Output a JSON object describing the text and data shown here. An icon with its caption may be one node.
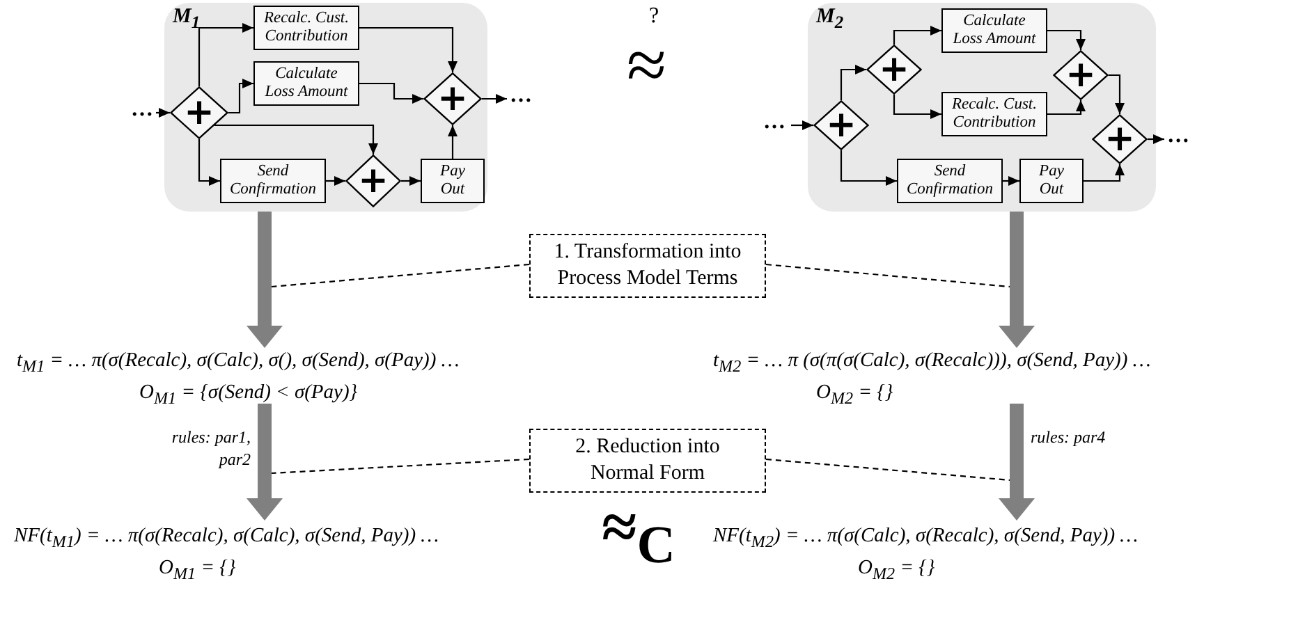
{
  "diagram": {
    "nodes": [
      {
        "text": [
          "M$_{1}$"
        ]
      },
      {
        "text": [
          "…"
        ]
      },
      {
        "text": [
          "Recalc. Cust. Contribution"
        ],
        "in": 0
      },
      {
        "text": [
          "Calculate Loss Amount"
        ],
        "in": 0
      },
      {
        "text": [
          "+"
        ],
        "in": 0
      },
      {
        "text": [
          "+"
        ],
        "in": 0
      },
      {
        "text": [
          "Send Confirmation"
        ],
        "in": 0
      },
      {
        "text": [
          "+"
        ],
        "in": 0
      },
      {
        "text": [
          "Pay Out"
        ],
        "in": 0
      },
      {
        "text": [
          "…"
        ]
      },
      {
        "text": [
          "M$_{2}$"
        ]
      },
      {
        "text": [
          "…"
        ]
      },
      {
        "text": [
          "Calculate Loss Amount"
        ],
        "in": 10
      },
      {
        "text": [
          "+"
        ],
        "in": 10
      },
      {
        "text": [
          "+"
        ],
        "in": 10
      },
      {
        "text": [
          "+"
        ],
        "in": 10
      },
      {
        "text": [
          "Recalc. Cust. Contribution"
        ],
        "in": 10
      },
      {
        "text": [
          "+"
        ],
        "in": 10
      },
      {
        "text": [
          "Send Confirmation"
        ],
        "in": 10
      },
      {
        "text": [
          "Pay Out"
        ],
        "in": 10
      },
      {
        "text": [
          "…"
        ]
      },
      {
        "text": [
          "1. Transformation into Process Model Terms"
        ]
      },
      {
        "text": [
          "t$_{M1}$ = … π(σ(Recalc), σ(Calc), σ(), σ(Send), σ(Pay)) …",
          "O$_{M1}$ = {σ(Send) < σ(Pay)}"
        ]
      },
      {
        "text": [
          "t$_{M2}$ = … π (σ(π(σ(Calc), σ(Recalc))), σ(Send, Pay)) …",
          "O$_{M2}$ = {}"
        ]
      },
      {
        "text": [
          "2. Reduction into Normal Form"
        ]
      },
      {
        "text": [
          "NF(t$_{M1}$) = … π(σ(Recalc), σ(Calc), σ(Send, Pay)) …",
          "O$_{M1}$ = {}"
        ]
      },
      {
        "text": [
          "NF(t$_{M2}$) = … π(σ(Calc), σ(Recalc), σ(Send, Pay)) …",
          "O$_{M2}$ = {}"
        ]
      }
    ],
    "edges": [
      {
        "from": 1,
        "to": 4,
        "arrow": "to"
      },
      {
        "from": 4,
        "to": 2,
        "arrow": "to"
      },
      {
        "from": 4,
        "to": 3,
        "arrow": "to"
      },
      {
        "from": 4,
        "to": 7,
        "arrow": "to"
      },
      {
        "from": 4,
        "to": 6,
        "arrow": "to"
      },
      {
        "from": 2,
        "to": 5,
        "arrow": "to"
      },
      {
        "from": 3,
        "to": 5,
        "arrow": "to"
      },
      {
        "from": 6,
        "to": 7,
        "arrow": "to"
      },
      {
        "from": 7,
        "to": 8,
        "arrow": "to"
      },
      {
        "from": 8,
        "to": 5,
        "arrow": "to"
      },
      {
        "from": 5,
        "to": 9,
        "arrow": "to"
      },
      {
        "from": 11,
        "to": 15,
        "arrow": "to"
      },
      {
        "from": 15,
        "to": 13,
        "arrow": "to"
      },
      {
        "from": 15,
        "to": 18,
        "arrow": "to"
      },
      {
        "from": 13,
        "to": 12,
        "arrow": "to"
      },
      {
        "from": 13,
        "to": 16,
        "arrow": "to"
      },
      {
        "from": 12,
        "to": 14,
        "arrow": "to"
      },
      {
        "from": 16,
        "to": 14,
        "arrow": "to"
      },
      {
        "from": 14,
        "to": 17,
        "arrow": "to"
      },
      {
        "from": 18,
        "to": 19,
        "arrow": "to"
      },
      {
        "from": 19,
        "to": 17,
        "arrow": "to"
      },
      {
        "from": 17,
        "to": 20,
        "arrow": "to"
      },
      {
        "from": 0,
        "to": 22,
        "arrow": "to",
        "style": "thick",
        "color": "#808080"
      },
      {
        "from": 10,
        "to": 23,
        "arrow": "to",
        "style": "thick",
        "color": "#808080"
      },
      {
        "from": 22,
        "to": 25,
        "arrow": "to",
        "style": "thick",
        "color": "#808080",
        "label": "rules: par1, par2"
      },
      {
        "from": 23,
        "to": 26,
        "arrow": "to",
        "style": "thick",
        "color": "#808080",
        "label": "rules: par4"
      },
      {
        "from": 21,
        "to": null,
        "arrow": "none",
        "style": "dashed"
      },
      {
        "from": 21,
        "to": null,
        "arrow": "none",
        "style": "dashed"
      },
      {
        "from": 24,
        "to": null,
        "arrow": "none",
        "style": "dashed"
      },
      {
        "from": 24,
        "to": null,
        "arrow": "none",
        "style": "dashed"
      }
    ],
    "labels": [
      "?",
      "≈",
      "≈$_{C}$"
    ]
  }
}
